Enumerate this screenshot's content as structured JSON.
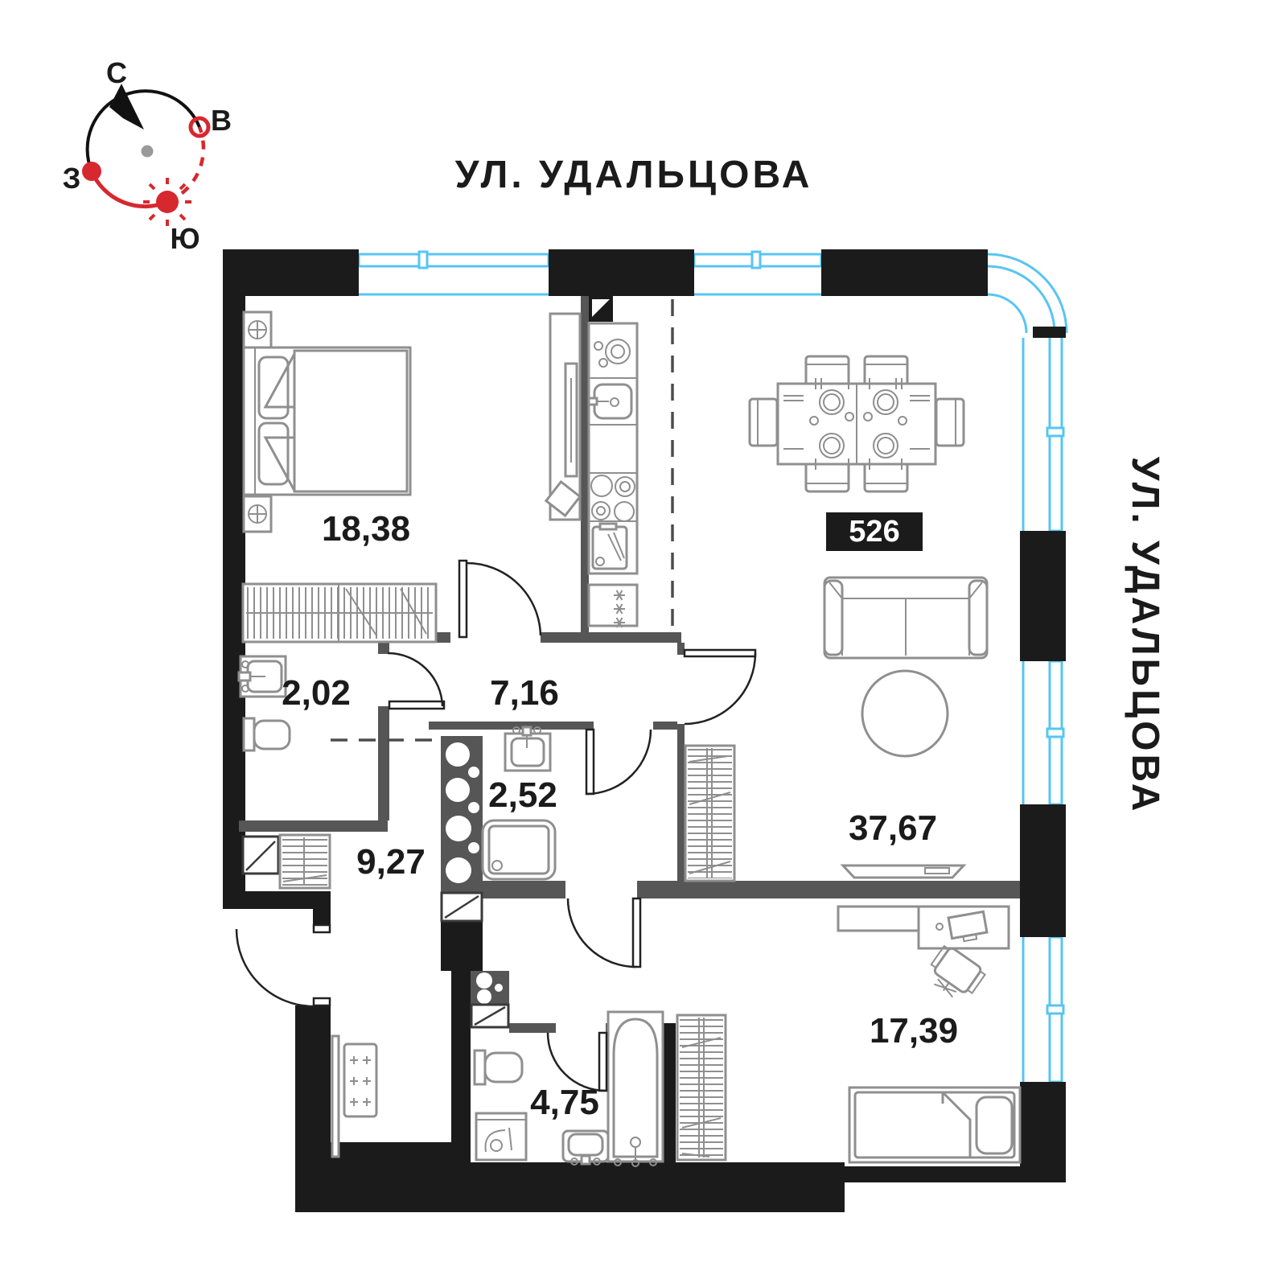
{
  "streets": {
    "top": "УЛ. УДАЛЬЦОВА",
    "right": "УЛ. УДАЛЬЦОВА"
  },
  "apartment": {
    "number": "526"
  },
  "compass": {
    "north": "С",
    "east": "В",
    "west": "З",
    "south": "Ю"
  },
  "rooms": {
    "bedroom1": {
      "area": "18,38"
    },
    "wc": {
      "area": "2,02"
    },
    "hall": {
      "area": "7,16"
    },
    "shower": {
      "area": "2,52"
    },
    "corridor": {
      "area": "9,27"
    },
    "living": {
      "area": "37,67"
    },
    "bathroom": {
      "area": "4,75"
    },
    "bedroom2": {
      "area": "17,39"
    }
  },
  "colors": {
    "wall": "#1b1b1b",
    "interior_wall": "#565656",
    "furniture": "#8f8f8f",
    "window": "#57c5f2",
    "accent_red": "#d7282f",
    "text": "#1b1b1b",
    "badge_bg": "#1b1b1b",
    "badge_text": "#ffffff",
    "compass_dot": "#9a9a9a"
  }
}
